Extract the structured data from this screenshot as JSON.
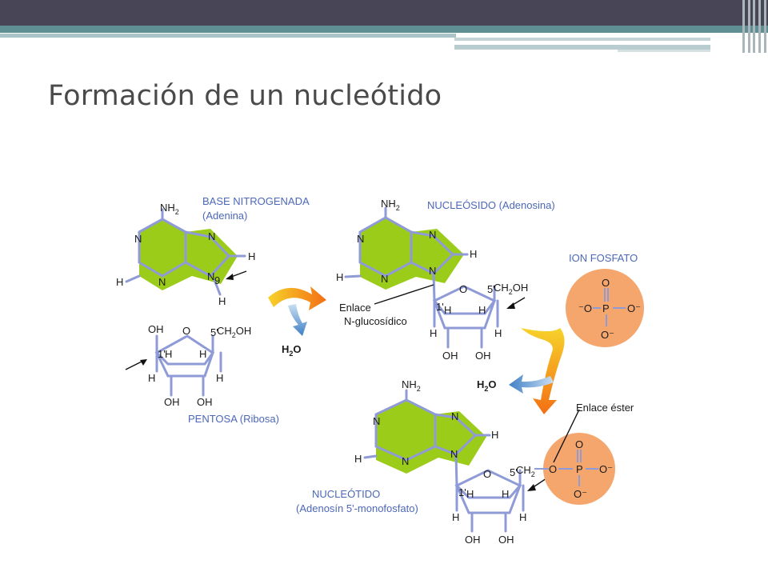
{
  "slide": {
    "title": "Formación de un nucleótido"
  },
  "labels": {
    "base_line1": "BASE NITROGENADA",
    "base_line2": "(Adenina)",
    "pentosa": "PENTOSA  (Ribosa)",
    "nucleosido": "NUCLEÓSIDO  (Adenosina)",
    "ion_fosfato": "ION FOSFATO",
    "nucleotido_line1": "NUCLEÓTIDO",
    "nucleotido_line2": "(Adenosín 5'-monofosfato)",
    "enlace_ng_line1": "Enlace",
    "enlace_ng_line2": "N-glucosídico",
    "enlace_ester": "Enlace éster"
  },
  "water": {
    "h": "H",
    "sub": "2",
    "o": "O"
  },
  "atoms": {
    "n": "N",
    "h": "H",
    "o": "O",
    "oh": "OH",
    "p": "P",
    "nh": "NH",
    "sub2": "2",
    "ch": "CH",
    "ch2oh_tail": "OH",
    "o_minus": "O⁻",
    "minus_o": "⁻O",
    "pos1": "1'",
    "pos5": "5'",
    "pos9": "9"
  },
  "colors": {
    "topbar": "#474556",
    "teal": "#5f8e93",
    "base_fill": "#9ccc1a",
    "bond": "#8f9bd6",
    "phosphate_fill": "#f4a66d",
    "label_blue": "#4c68b8",
    "title_gray": "#4a4a4a"
  }
}
